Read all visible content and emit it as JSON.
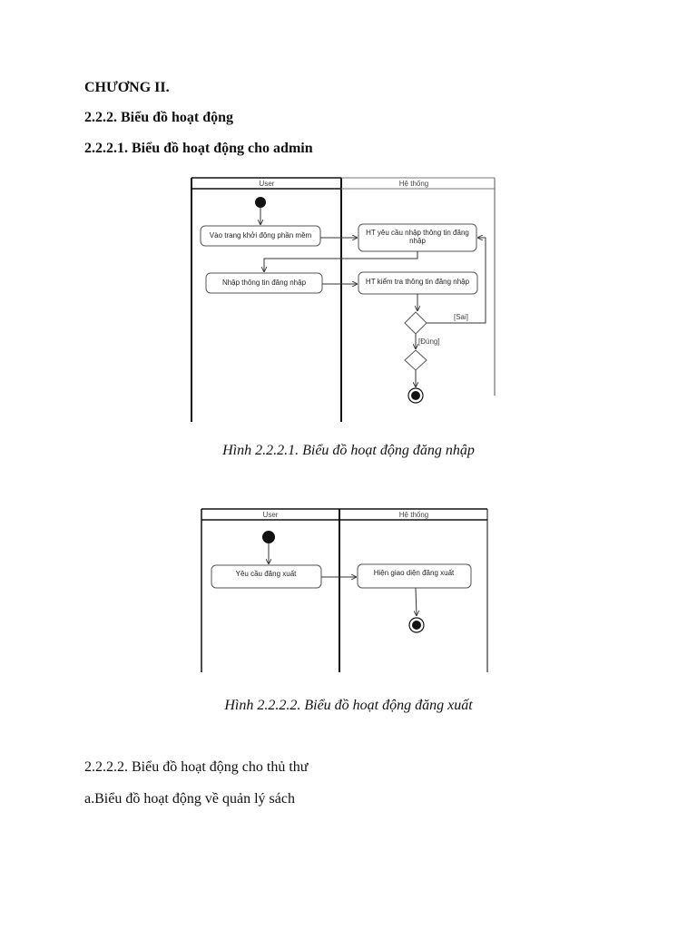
{
  "document": {
    "chapter": "CHƯƠNG II.",
    "section": "2.2.2. Biểu đồ hoạt động",
    "subsection": "2.2.2.1. Biểu đồ hoạt động cho admin",
    "subsection2": "2.2.2.2. Biểu đồ hoạt động cho thủ thư",
    "item_a": "a.Biểu đồ hoạt động về quản lý sách"
  },
  "diagram1": {
    "caption": "Hình 2.2.2.1. Biểu đồ hoạt động đăng nhập",
    "lane_user": "User",
    "lane_system": "Hệ thống",
    "act_start_app": "Vào trang khởi động phần mềm",
    "act_request_line1": "HT yêu cầu nhập thông tin đăng",
    "act_request_line2": "nhập",
    "act_input": "Nhập thông tin đăng nhập",
    "act_check": "HT kiểm tra thông tin đăng nhập",
    "guard_false": "[Sai]",
    "guard_true": "[Đúng]"
  },
  "diagram2": {
    "caption": "Hình 2.2.2.2. Biểu đồ hoạt động đăng xuất",
    "lane_user": "User",
    "lane_system": "Hệ thống",
    "act_request_logout": "Yêu cầu đăng xuất",
    "act_show_ui": "Hiện giao diện đăng xuất"
  }
}
